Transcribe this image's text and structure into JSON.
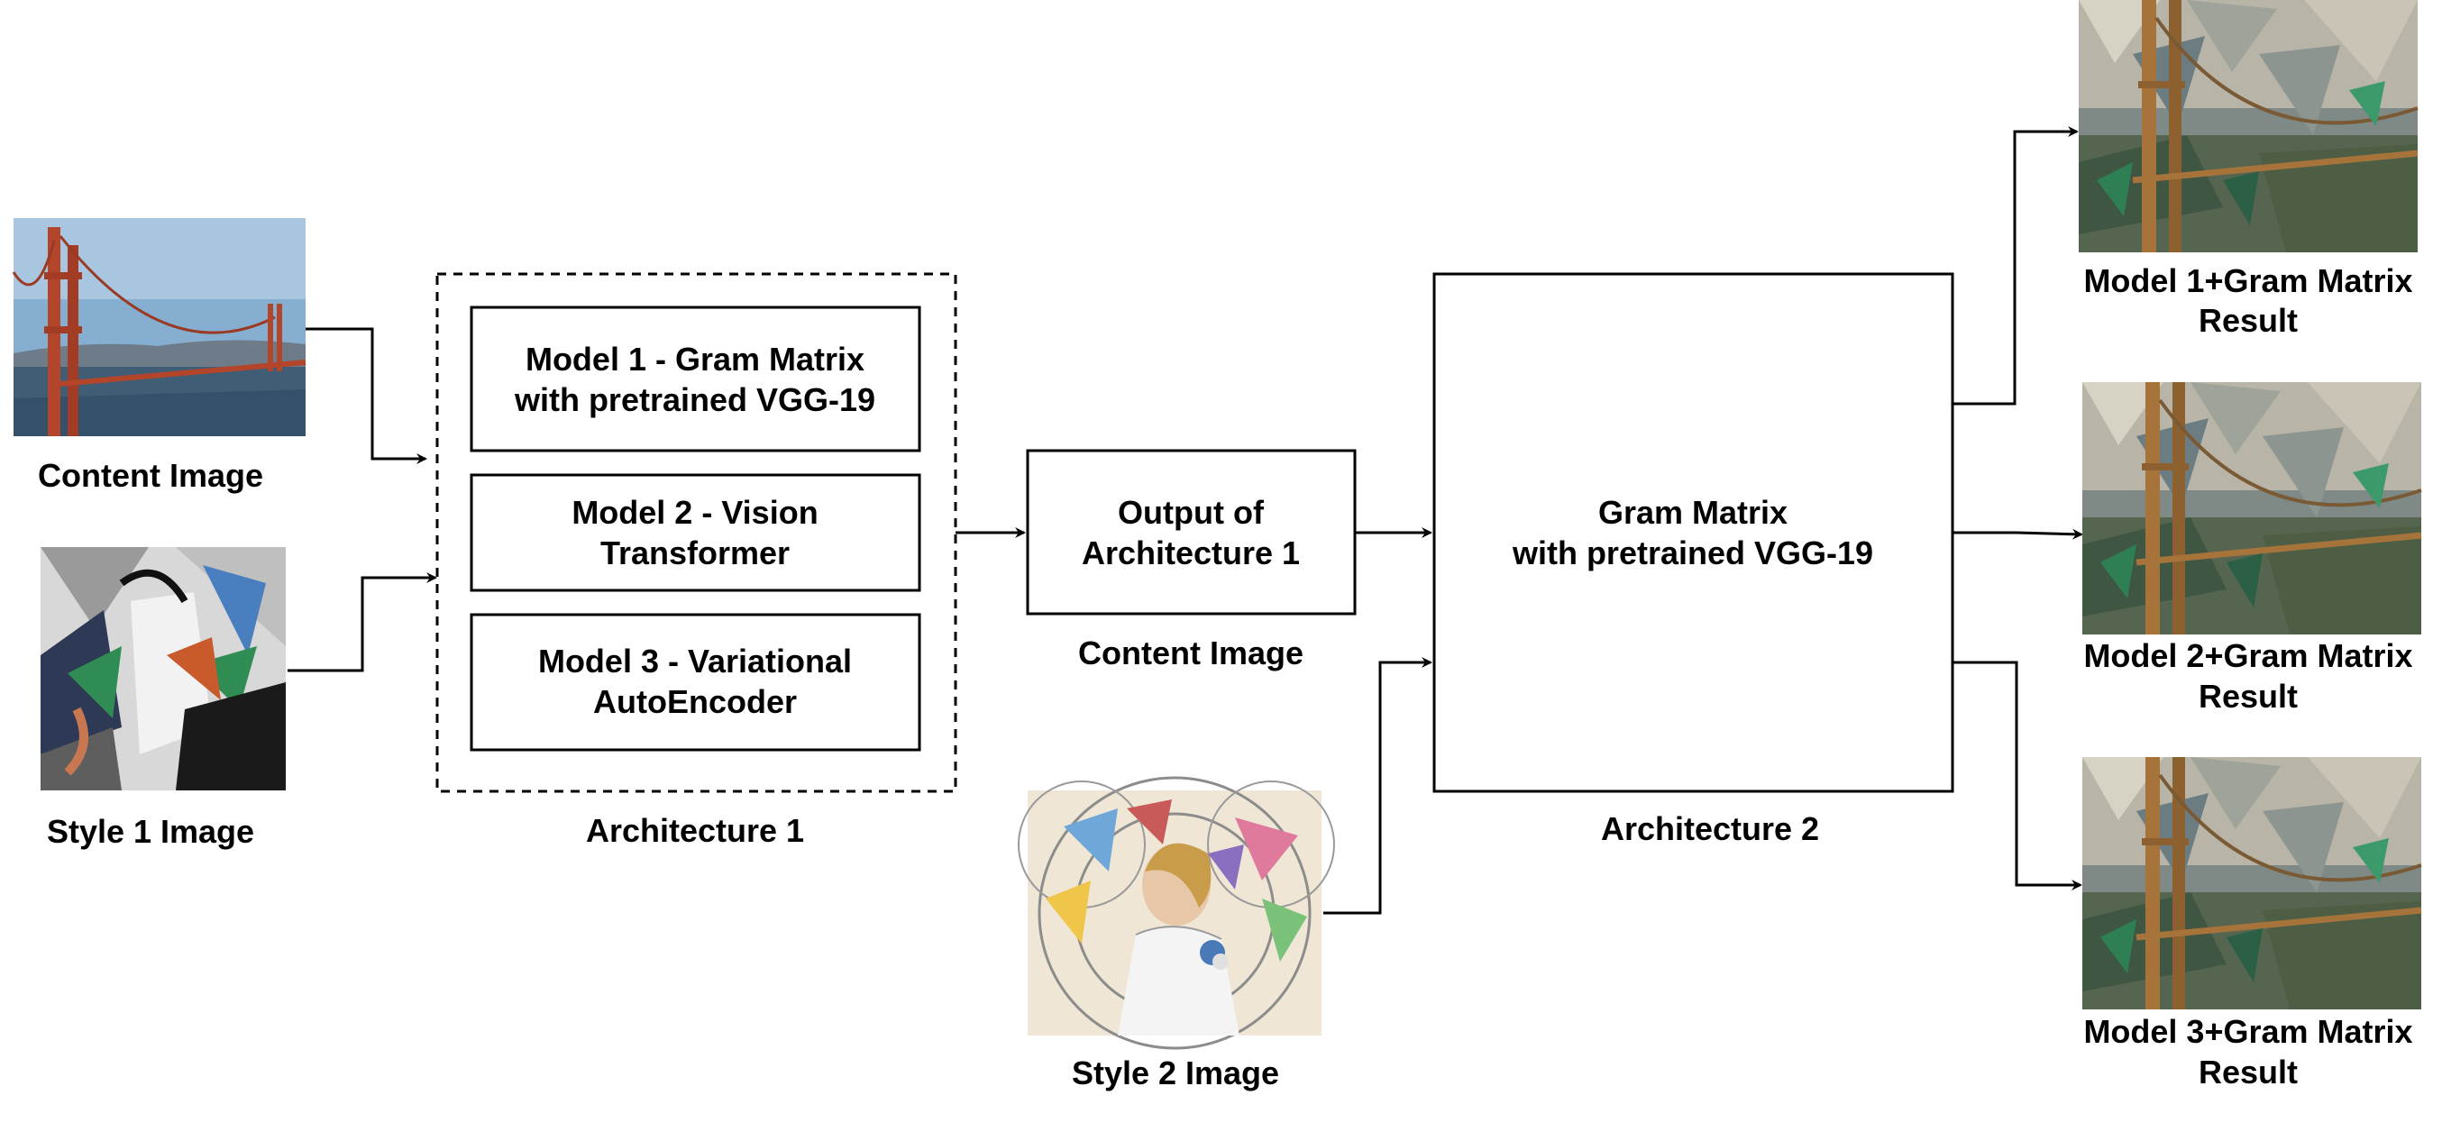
{
  "inputs": {
    "content_label": "Content Image",
    "style1_label": "Style 1 Image",
    "style2_label": "Style 2 Image"
  },
  "architecture1": {
    "caption": "Architecture 1",
    "models": [
      {
        "line1": "Model 1 - Gram Matrix",
        "line2": "with pretrained VGG-19"
      },
      {
        "line1": "Model 2 - Vision",
        "line2": "Transformer"
      },
      {
        "line1": "Model 3 - Variational",
        "line2": "AutoEncoder"
      }
    ]
  },
  "output_box": {
    "line1": "Output of",
    "line2": "Architecture 1",
    "caption": "Content Image"
  },
  "architecture2": {
    "line1": "Gram Matrix",
    "line2": "with pretrained VGG-19",
    "caption": "Architecture 2"
  },
  "results": [
    {
      "line1": "Model 1+Gram Matrix",
      "line2": "Result"
    },
    {
      "line1": "Model 2+Gram Matrix",
      "line2": "Result"
    },
    {
      "line1": "Model 3+Gram Matrix",
      "line2": "Result"
    }
  ],
  "colors": {
    "stroke": "#000000",
    "bridge_red": "#b3452b",
    "sky": "#8fb6d8",
    "water": "#3e5f78"
  }
}
